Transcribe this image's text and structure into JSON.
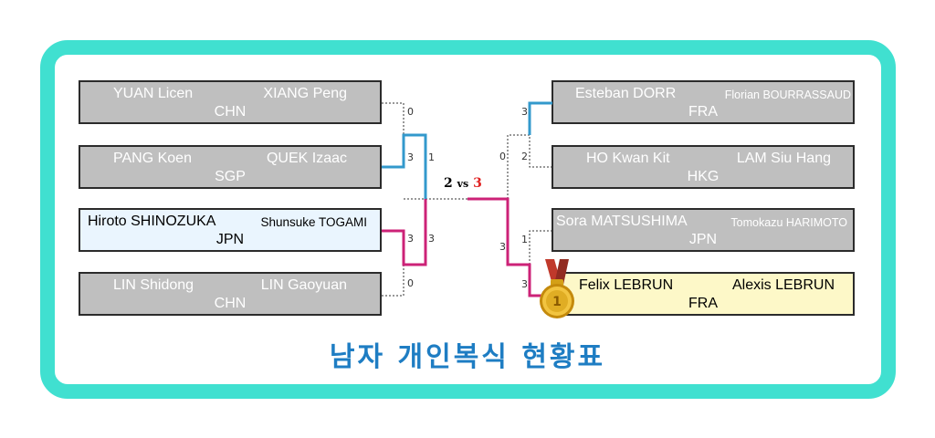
{
  "bracket": {
    "left": [
      {
        "p1": "YUAN Licen",
        "p2": "XIANG Peng",
        "country": "CHN"
      },
      {
        "p1": "PANG Koen",
        "p2": "QUEK Izaac",
        "country": "SGP"
      },
      {
        "p1": "Hiroto SHINOZUKA",
        "p2": "Shunsuke TOGAMI",
        "country": "JPN"
      },
      {
        "p1": "LIN Shidong",
        "p2": "LIN Gaoyuan",
        "country": "CHN"
      }
    ],
    "right": [
      {
        "p1": "Esteban DORR",
        "p2": "Florian BOURRASSAUD",
        "country": "FRA"
      },
      {
        "p1": "HO Kwan Kit",
        "p2": "LAM Siu Hang",
        "country": "HKG"
      },
      {
        "p1": "Sora MATSUSHIMA",
        "p2": "Tomokazu HARIMOTO",
        "country": "JPN"
      },
      {
        "p1": "Felix LEBRUN",
        "p2": "Alexis LEBRUN",
        "country": "FRA"
      }
    ]
  },
  "scores": {
    "left_r1": [
      "0",
      "3",
      "3",
      "0"
    ],
    "left_r2": [
      "1",
      "3"
    ],
    "right_r1": [
      "3",
      "2",
      "1",
      "3"
    ],
    "right_r2": [
      "0",
      "3"
    ]
  },
  "final": {
    "left": "2",
    "vs": "vs",
    "right": "3"
  },
  "medal": {
    "label": "1"
  },
  "title": "남자 개인복식 현황표",
  "colors": {
    "frame": "#40e0d0",
    "blue_line": "#3399cc",
    "pink_line": "#cc2277",
    "title": "#1e7dc3"
  }
}
